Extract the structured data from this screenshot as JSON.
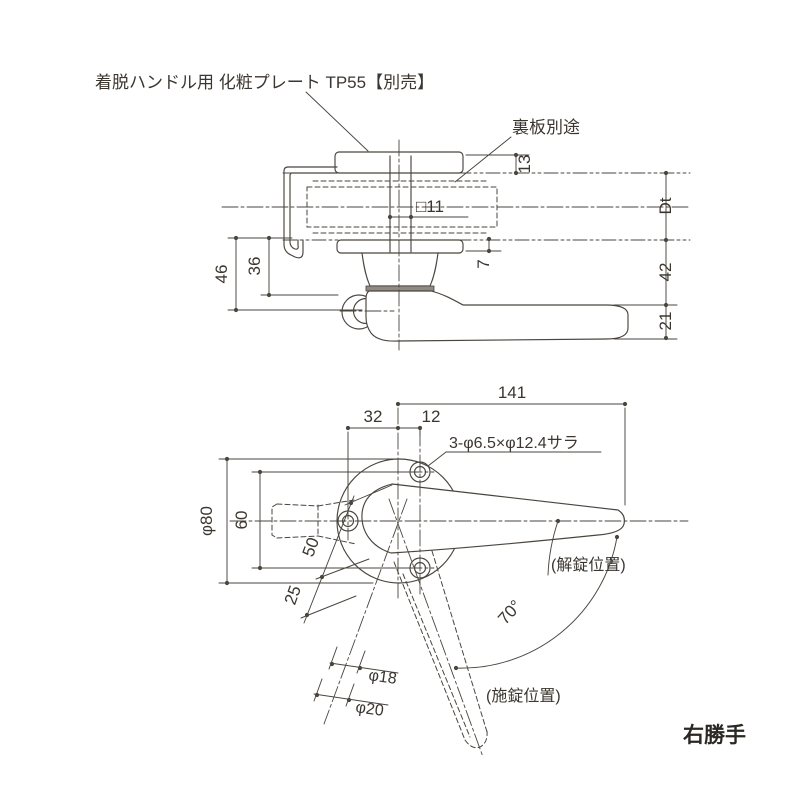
{
  "page": {
    "background": "#ffffff",
    "line_color": "#4a453e",
    "text_color": "#3b362f",
    "handing_label": "右勝手"
  },
  "side_view": {
    "plate_label": "着脱ハンドル用 化粧プレート TP55【別売】",
    "backplate_label": "裏板別途",
    "square_spindle_label": "□11",
    "dim_plate_height": "13",
    "dim_door_thickness": "Dt",
    "dim_rose_height": "7",
    "dim_42": "42",
    "dim_lever_thickness": "21",
    "dim_46": "46",
    "dim_36": "36"
  },
  "front_view": {
    "screw_hole_note": "3-φ6.5×φ12.4サラ",
    "dim_lever_length": "141",
    "dim_32": "32",
    "dim_12": "12",
    "dim_plate_diameter": "φ80",
    "dim_hole_pitch": "60",
    "dim_50": "50",
    "dim_25": "25",
    "dim_grip_diameter": "φ18",
    "dim_grip_end_diameter": "φ20",
    "dim_rotation_angle": "70°",
    "unlocked_label": "(解錠位置)",
    "locked_label": "(施錠位置)"
  }
}
